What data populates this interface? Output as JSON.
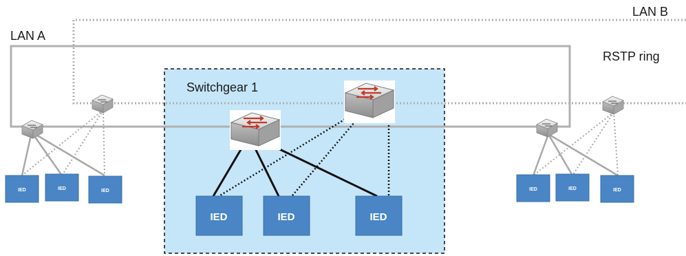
{
  "labels": {
    "lan_a": "LAN A",
    "lan_b": "LAN B",
    "rstp_ring": "RSTP ring",
    "switchgear": "Switchgear 1"
  },
  "ied_label": "IED",
  "colors": {
    "lan_a_line": "#b0b0b0",
    "lan_b_line": "#b0b0b0",
    "switchgear_fill": "#c5e6f8",
    "ied_fill": "#4a86c6",
    "ied_border": "#3a6fa8",
    "switch_body": "#d8d8d8",
    "switch_arrows": "#c0392b",
    "link_solid": "#111111"
  },
  "icons": {
    "switch": "network-switch-icon"
  }
}
